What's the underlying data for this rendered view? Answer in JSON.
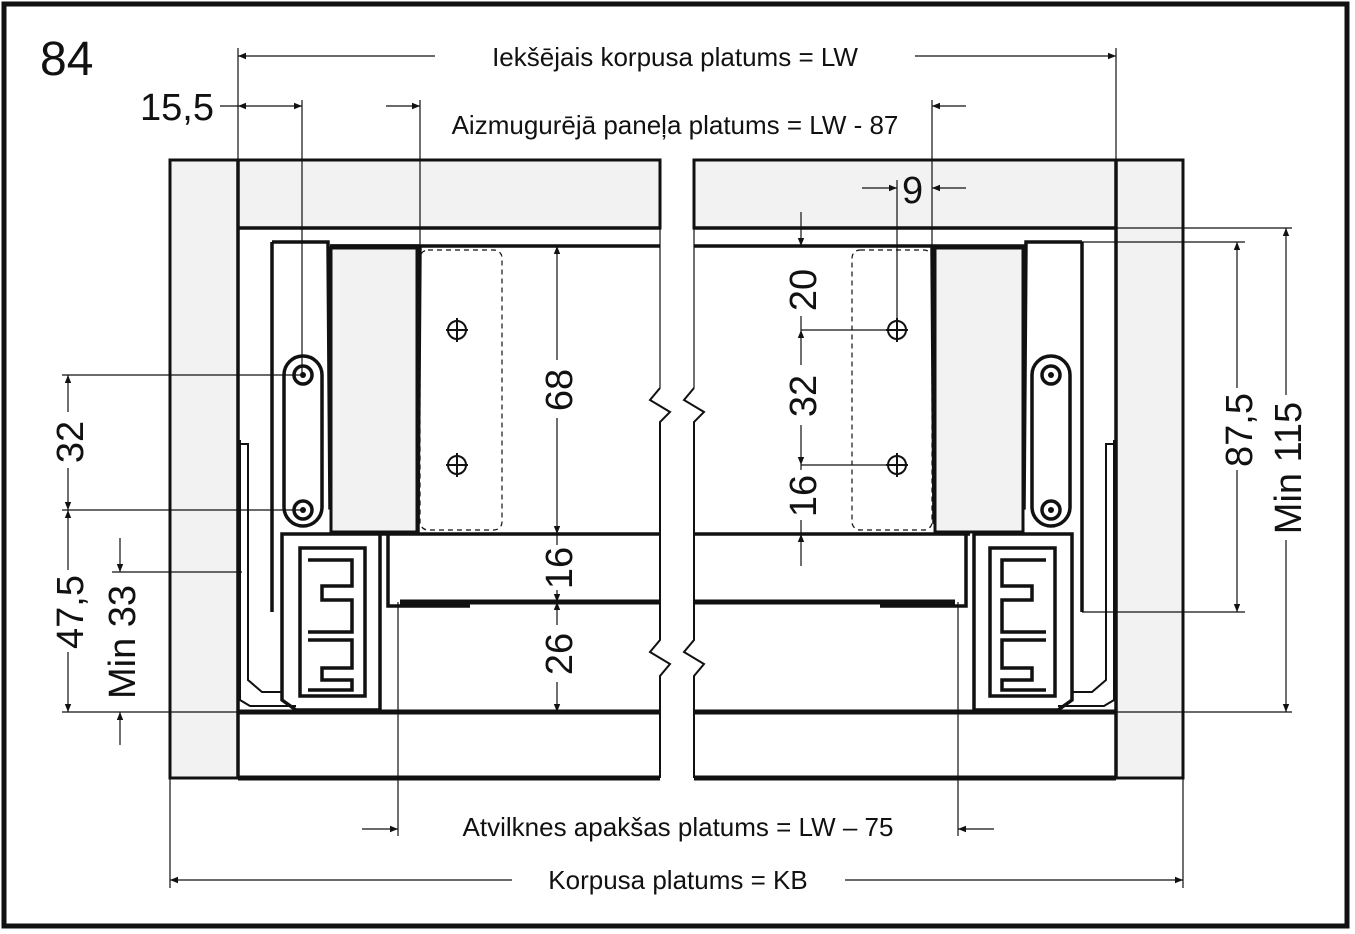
{
  "figure_number": "84",
  "dimensions": {
    "inner_width": "Iekšējais korpusa platums = LW",
    "back_panel_width": "Aizmugurējā paneļa platums = LW - 87",
    "bottom_width": "Atvilknes apakšas platums = LW – 75",
    "cabinet_width": "Korpusa platums = KB",
    "side_offset": "15,5",
    "back_offset": "9",
    "d68": "68",
    "d16_center": "16",
    "d26": "26",
    "d20": "20",
    "d32_right": "32",
    "d16_right": "16",
    "d32_left": "32",
    "d47_5": "47,5",
    "min33": "Min 33",
    "d87_5": "87,5",
    "min115": "Min 115"
  }
}
